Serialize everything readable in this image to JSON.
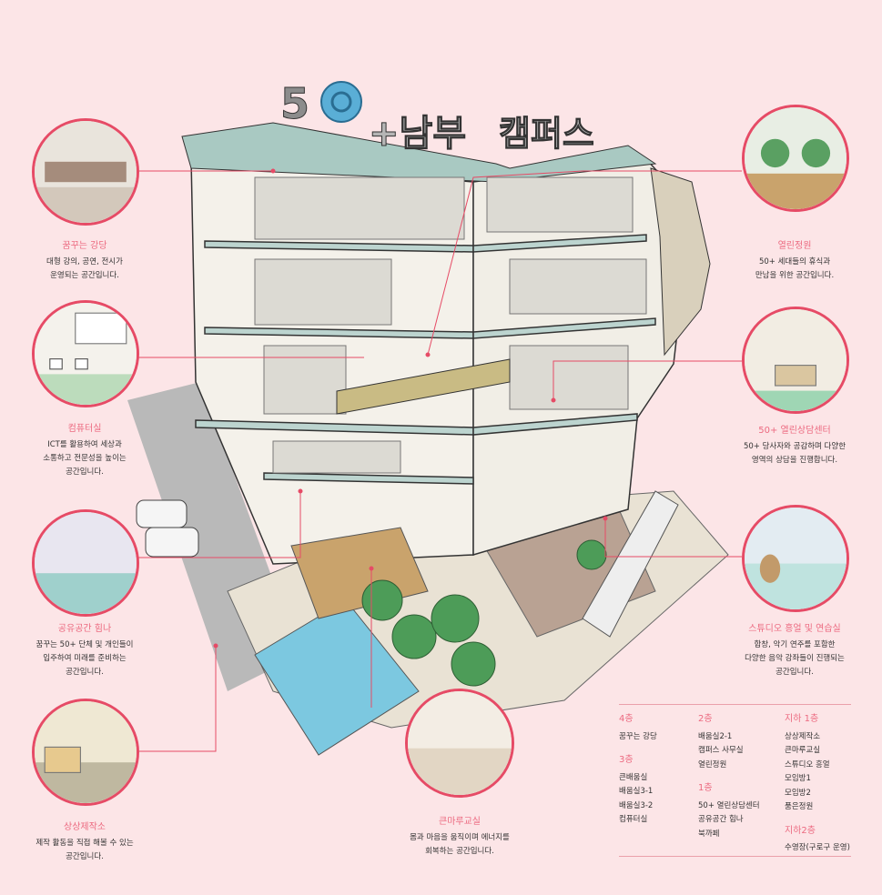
{
  "logo": {
    "text": "50+남부 캠퍼스"
  },
  "callouts": [
    {
      "id": "auditorium",
      "title": "꿈꾸는 강당",
      "desc": "대형 강의, 공연, 전시가\n운영되는 공간입니다."
    },
    {
      "id": "computer",
      "title": "컴퓨터실",
      "desc": "ICT를 활용하여 세상과\n소통하고 전문성을 높이는\n공간입니다."
    },
    {
      "id": "himna",
      "title": "공유공간 힘나",
      "desc": "꿈꾸는 50+ 단체 및 개인들이\n입주하여 미래를 준비하는\n공간입니다."
    },
    {
      "id": "maker",
      "title": "상상제작소",
      "desc": "제작 활동을 직접 해볼 수 있는\n공간입니다."
    },
    {
      "id": "garden",
      "title": "열린정원",
      "desc": "50+ 세대들의 휴식과\n만남을 위한 공간입니다."
    },
    {
      "id": "counsel",
      "title": "50+ 열린상담센터",
      "desc": "50+ 당사자와 공감하며 다양한\n영역의 상담을 진행합니다."
    },
    {
      "id": "studio",
      "title": "스튜디오 흥얼 및 연습실",
      "desc": "합창, 악기 연주를 포함한\n다양한 음악 강좌들이 진행되는\n공간입니다."
    },
    {
      "id": "keunmaru",
      "title": "큰마루교실",
      "desc": "몸과 마음을 움직이며 에너지를\n회복하는 공간입니다."
    }
  ],
  "legend": {
    "f4": {
      "label": "4층",
      "items": [
        "꿈꾸는 강당"
      ]
    },
    "f3": {
      "label": "3층",
      "items": [
        "큰배움실",
        "배움실3-1",
        "배움실3-2",
        "컴퓨터실"
      ]
    },
    "f2": {
      "label": "2층",
      "items": [
        "배움실2-1",
        "캠퍼스 사무실",
        "열린정원"
      ]
    },
    "f1": {
      "label": "1층",
      "items": [
        "50+ 열린상담센터",
        "공유공간 힘나",
        "북까페"
      ]
    },
    "b1": {
      "label": "지하 1층",
      "items": [
        "상상제작소",
        "큰마루교실",
        "스튜디오 흥얼",
        "모임방1",
        "모임방2",
        "품은정원"
      ]
    },
    "b2": {
      "label": "지하2층",
      "items": [
        "수영장(구로구 운영)"
      ]
    }
  },
  "colors": {
    "accent": "#e64b66",
    "title": "#ec6a80",
    "background": "#fce5e7"
  }
}
